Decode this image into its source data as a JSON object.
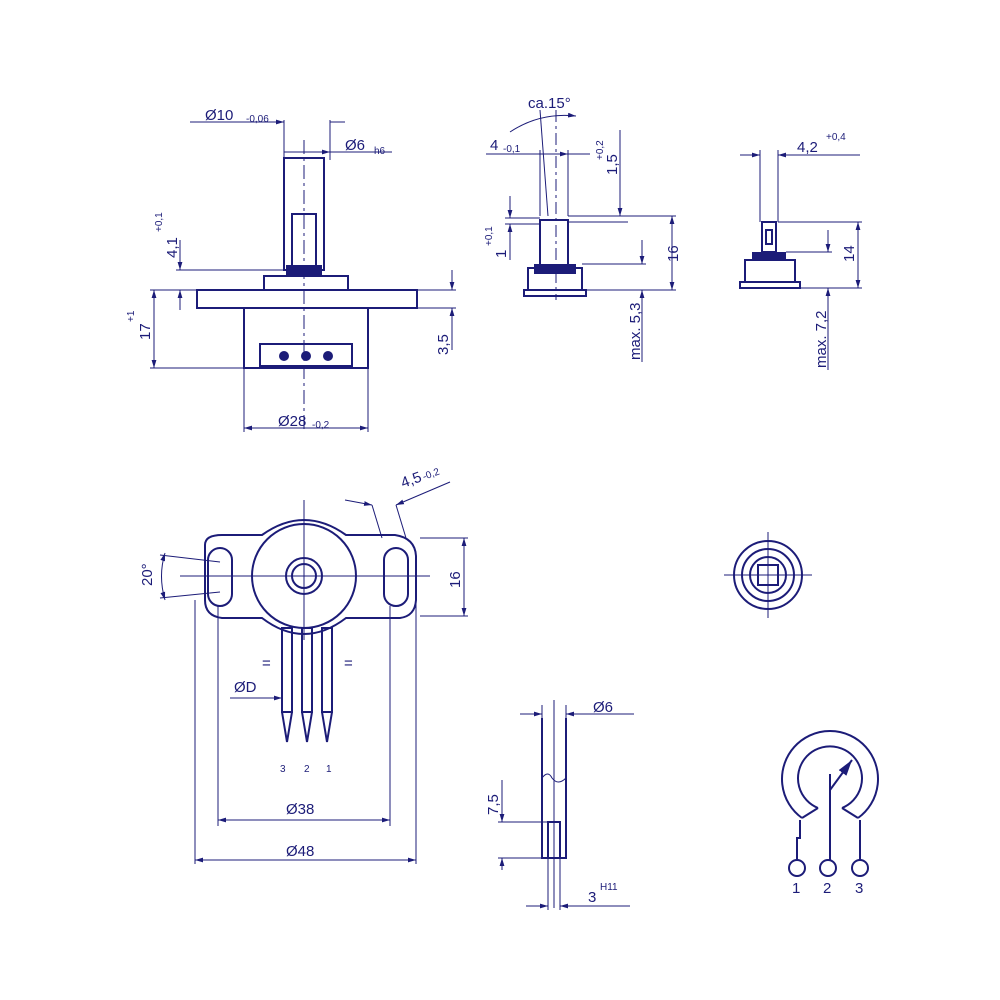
{
  "front": {
    "d10": "Ø10",
    "d10_tol": "-0,06",
    "d6": "Ø6",
    "d6_tol": "h6",
    "h41": "4,1",
    "h41_tol": "+0,1",
    "h17": "17",
    "h17_tol": "+1",
    "h35": "3,5",
    "d28": "Ø28",
    "d28_tol": "-0,2"
  },
  "side": {
    "angle": "ca.15°",
    "w4": "4",
    "w4_tol": "-0,1",
    "h15": "1,5",
    "h15_tol": "+0,2",
    "h1": "1",
    "h1_tol": "+0,1",
    "h16": "16",
    "max53": "max. 5,3"
  },
  "side2": {
    "w42": "4,2",
    "w42_tol": "+0,4",
    "h14": "14",
    "max72": "max. 7,2"
  },
  "top": {
    "w45": "4,5",
    "w45_tol": "-0,2",
    "a20": "20°",
    "h16": "16",
    "dD": "ØD",
    "d38": "Ø38",
    "d48": "Ø48",
    "pins": [
      "3",
      "2",
      "1"
    ]
  },
  "shaft": {
    "d6": "Ø6",
    "h75": "7,5",
    "w3": "3",
    "w3_tol": "H11"
  },
  "schematic": {
    "pins": [
      "1",
      "2",
      "3"
    ]
  }
}
